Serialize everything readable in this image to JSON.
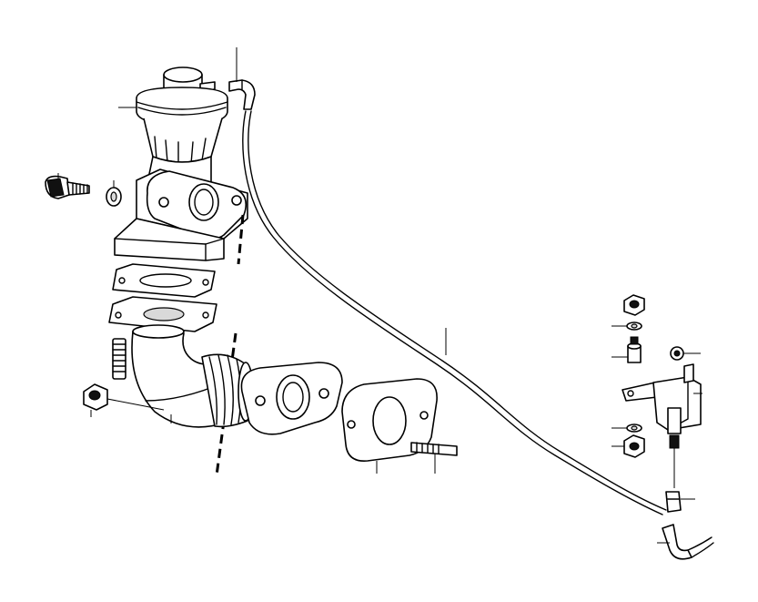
{
  "diagram": {
    "kind": "exploded parts illustration",
    "parts": [
      "egr-valve",
      "vacuum-elbow",
      "vacuum-hose",
      "bolt",
      "washer",
      "valve-flange",
      "gasket-upper",
      "gasket-lower",
      "elbow-pipe",
      "stud",
      "nut",
      "pipe-flange",
      "gasket-right",
      "stud-right",
      "solenoid-valve",
      "hose-connector",
      "lower-elbow"
    ]
  }
}
